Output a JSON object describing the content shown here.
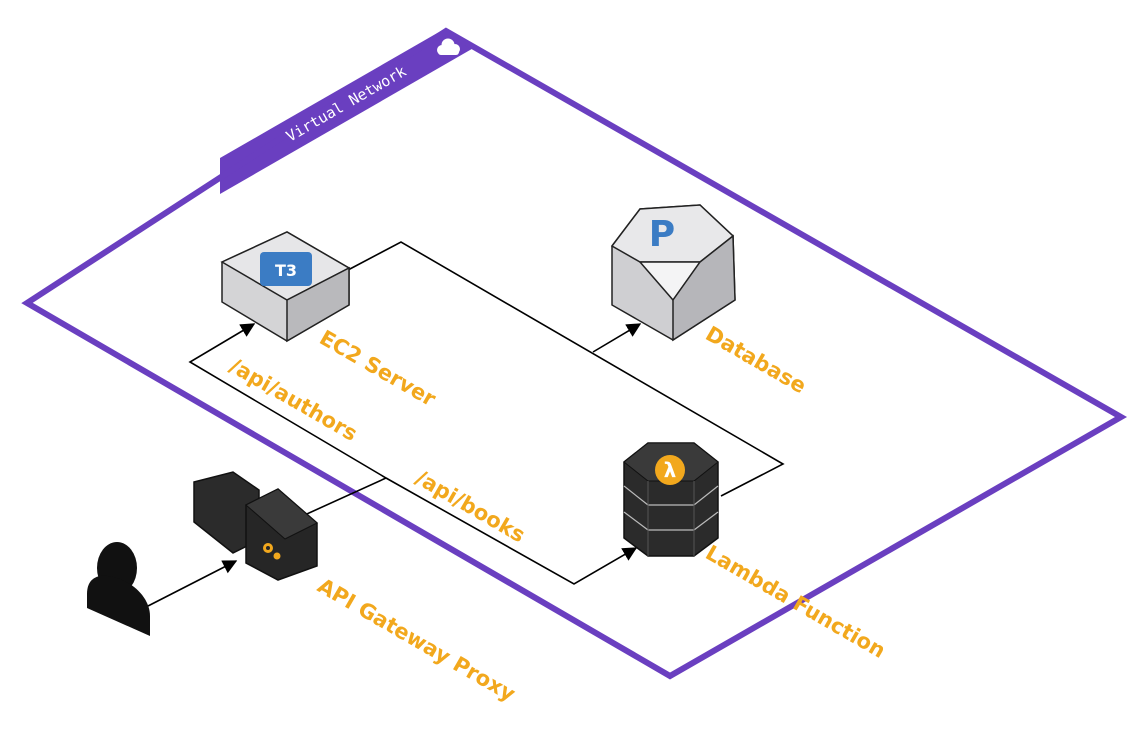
{
  "diagram": {
    "network_label": "Virtual Network",
    "nodes": {
      "ec2": {
        "label": "EC2 Server",
        "badge": "T3"
      },
      "database": {
        "label": "Database",
        "badge": "P"
      },
      "lambda": {
        "label": "Lambda Function",
        "badge": "λ"
      },
      "gateway": {
        "label": "API Gateway Proxy"
      },
      "user": {
        "label": ""
      }
    },
    "edges": {
      "authors": {
        "label": "/api/authors",
        "from": "gateway",
        "to": "ec2"
      },
      "books": {
        "label": "/api/books",
        "from": "gateway",
        "to": "lambda"
      },
      "user_gateway": {
        "from": "user",
        "to": "gateway"
      },
      "lambda_db": {
        "from": "lambda",
        "to": "database"
      }
    },
    "colors": {
      "network_border": "#6a3fc0",
      "label": "#f2a81d",
      "server": "#d4d4d6",
      "dark_node": "#2b2b2b",
      "badge_blue": "#3b7cc4"
    },
    "icons": [
      "server-icon",
      "database-icon",
      "lambda-icon",
      "gateway-icon",
      "user-icon",
      "cloud-icon"
    ]
  }
}
